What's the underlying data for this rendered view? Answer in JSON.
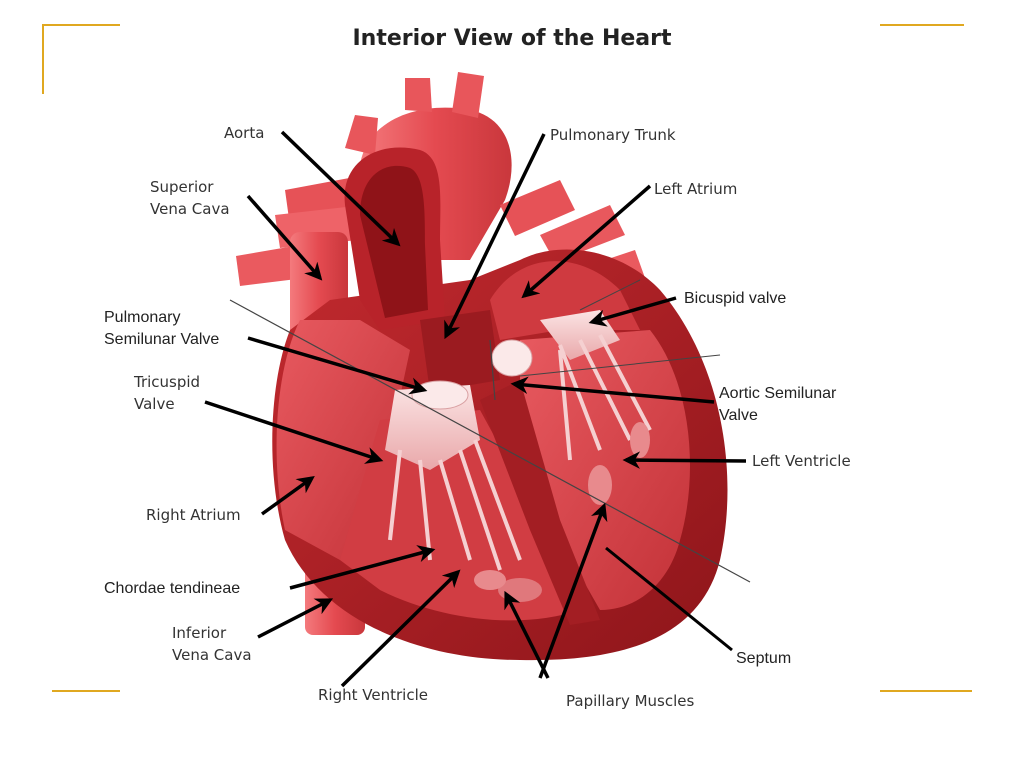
{
  "title": "Interior View of the Heart",
  "accent_color": "#e0a820",
  "labels": {
    "aorta": "Aorta",
    "superior_vena_cava": "Superior\nVena Cava",
    "pulmonary_semilunar_valve": "Pulmonary\nSemilunar Valve",
    "tricuspid_valve": "Tricuspid\nValve",
    "right_atrium": "Right Atrium",
    "chordae_tendineae": "Chordae tendineae",
    "inferior_vena_cava": "Inferior\nVena Cava",
    "right_ventricle": "Right Ventricle",
    "pulmonary_trunk": "Pulmonary Trunk",
    "left_atrium": "Left Atrium",
    "bicuspid_valve": "Bicuspid valve",
    "aortic_semilunar_valve": "Aortic Semilunar\nValve",
    "left_ventricle": "Left Ventricle",
    "septum": "Septum",
    "papillary_muscles": "Papillary Muscles"
  }
}
